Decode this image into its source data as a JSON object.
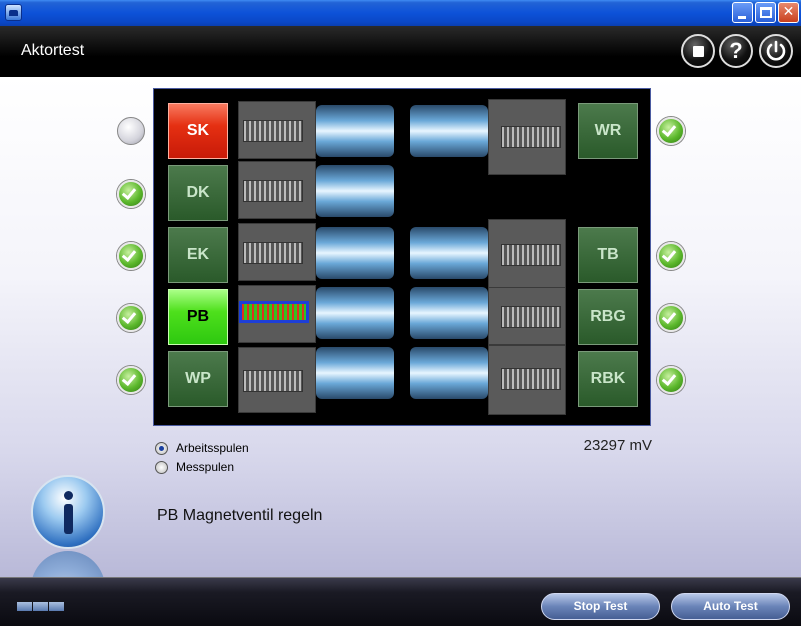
{
  "window": {
    "title": "",
    "min_glyph": "",
    "max_glyph": "",
    "close_glyph": "✕"
  },
  "header": {
    "title": "Aktortest",
    "help_glyph": "?",
    "power_glyph": "⏻"
  },
  "valves_left": [
    {
      "label": "SK",
      "state": "red",
      "indicator": "off"
    },
    {
      "label": "DK",
      "state": "normal",
      "indicator": "ok"
    },
    {
      "label": "EK",
      "state": "normal",
      "indicator": "ok"
    },
    {
      "label": "PB",
      "state": "green",
      "indicator": "ok"
    },
    {
      "label": "WP",
      "state": "normal",
      "indicator": "ok"
    }
  ],
  "valves_right": [
    {
      "label": "WR",
      "indicator": "ok"
    },
    {
      "label": "TB",
      "indicator": "ok"
    },
    {
      "label": "RBG",
      "indicator": "ok"
    },
    {
      "label": "RBK",
      "indicator": "ok"
    }
  ],
  "options": {
    "working_coils": "Arbeitsspulen",
    "measuring_coils": "Messpulen",
    "selected": "working_coils"
  },
  "voltage": "23297 mV",
  "status_message": "PB Magnetventil regeln",
  "footer": {
    "stop_label": "Stop Test",
    "auto_label": "Auto Test"
  },
  "colors": {
    "accent_blue": "#0d52d8",
    "active_valve": "#4ee01c",
    "error_valve": "#e53012",
    "ok_indicator": "#5cb82c"
  },
  "icons": [
    "stop-icon",
    "help-icon",
    "power-icon",
    "check-icon",
    "info-icon"
  ]
}
